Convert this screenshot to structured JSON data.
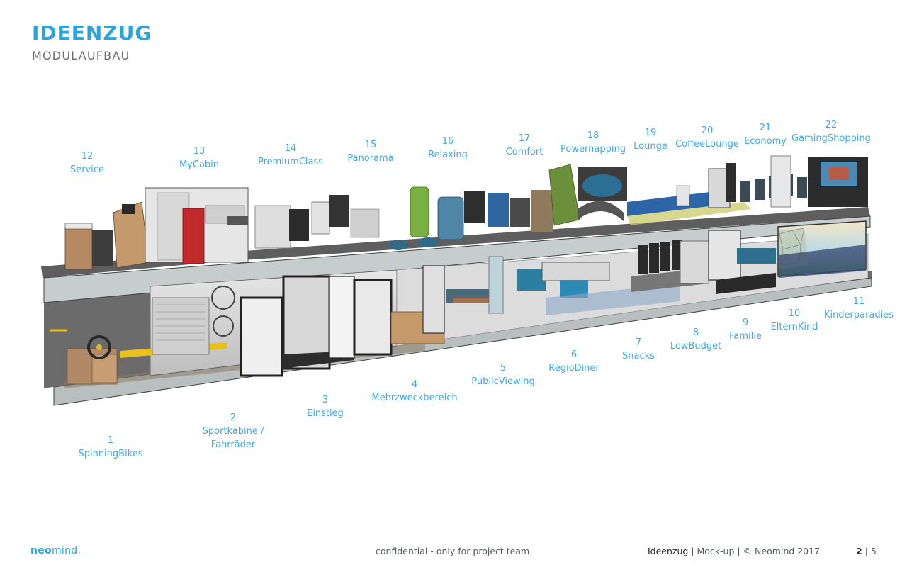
{
  "header": {
    "title": "IDEENZUG",
    "subtitle": "MODULAUFBAU"
  },
  "figure": {
    "modules": [
      {
        "number": "1",
        "name": "SpinningBikes"
      },
      {
        "number": "2",
        "name": "Sportkabine /\nFahrräder"
      },
      {
        "number": "3",
        "name": "Einstieg"
      },
      {
        "number": "4",
        "name": "Mehrzweckbereich"
      },
      {
        "number": "5",
        "name": "PublicViewing"
      },
      {
        "number": "6",
        "name": "RegioDiner"
      },
      {
        "number": "7",
        "name": "Snacks"
      },
      {
        "number": "8",
        "name": "LowBudget"
      },
      {
        "number": "9",
        "name": "Familie"
      },
      {
        "number": "10",
        "name": "ElternKind"
      },
      {
        "number": "11",
        "name": "Kinderparadies"
      },
      {
        "number": "12",
        "name": "Service"
      },
      {
        "number": "13",
        "name": "MyCabin"
      },
      {
        "number": "14",
        "name": "PremiumClass"
      },
      {
        "number": "15",
        "name": "Panorama"
      },
      {
        "number": "16",
        "name": "Relaxing"
      },
      {
        "number": "17",
        "name": "Comfort"
      },
      {
        "number": "18",
        "name": "Powernapping"
      },
      {
        "number": "19",
        "name": "Lounge"
      },
      {
        "number": "20",
        "name": "CoffeeLounge"
      },
      {
        "number": "21",
        "name": "Economy"
      },
      {
        "number": "22",
        "name": "GamingShopping"
      }
    ]
  },
  "footer": {
    "logo_a": "neo",
    "logo_b": "mind.",
    "confidential": "confidential - only for project team",
    "doc_title": "Ideenzug",
    "doc_info": " | Mock-up | © Neomind 2017",
    "page_current": "2",
    "page_sep": " | ",
    "page_total": "5"
  },
  "colors": {
    "accent": "#2aa3de",
    "label": "#3fa9e0",
    "muted": "#6d6e70"
  }
}
